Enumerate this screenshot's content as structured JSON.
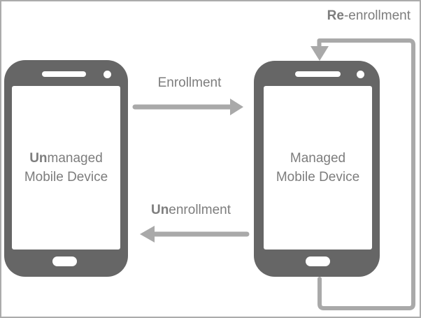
{
  "colors": {
    "phone_body": "#666666",
    "phone_screen": "#ffffff",
    "arrow": "#a9a9a9",
    "label_text": "#7d7d7d",
    "page_border": "#ababab"
  },
  "devices": {
    "unmanaged": {
      "label_bold": "Un",
      "label_rest": "managed",
      "label_line2": "Mobile Device"
    },
    "managed": {
      "label_line1": "Managed",
      "label_line2": "Mobile Device"
    }
  },
  "arrows": {
    "enrollment": {
      "label": "Enrollment"
    },
    "unenrollment": {
      "label_bold": "Un",
      "label_rest": "enrollment"
    },
    "re_enrollment": {
      "label_bold": "Re",
      "label_rest": "-enrollment"
    }
  }
}
